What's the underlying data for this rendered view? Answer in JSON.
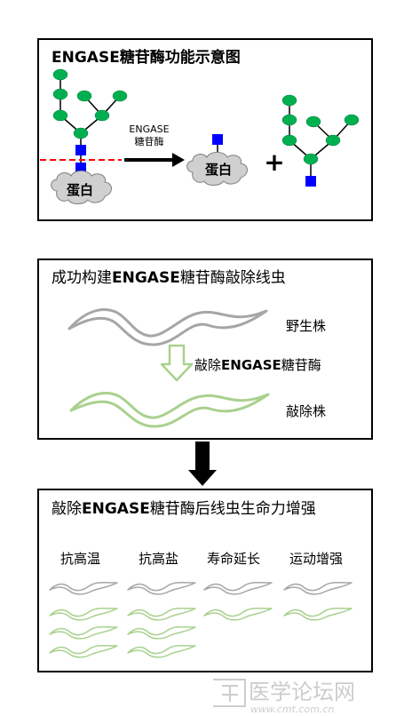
{
  "panel1": {
    "title_latin": "ENGASE",
    "title_cjk": "糖苷酶功能示意图",
    "enzyme_label_latin": "ENGASE",
    "enzyme_label_cjk": "糖苷酶",
    "protein_left": "蛋白",
    "protein_right": "蛋白",
    "plus": "+"
  },
  "panel2": {
    "title_cjk_a": "成功构建",
    "title_latin": "ENGASE",
    "title_cjk_b": "糖苷酶敲除线虫",
    "wild_type_label": "野生株",
    "knockout_step_cjk_a": "敲除",
    "knockout_step_latin": "ENGASE",
    "knockout_step_cjk_b": "糖苷酶",
    "knockout_label": "敲除株"
  },
  "panel3": {
    "title_cjk_a": "敲除",
    "title_latin": "ENGASE",
    "title_cjk_b": "糖苷酶后线虫生命力增强",
    "columns": [
      "抗高温",
      "抗高盐",
      "寿命延长",
      "运动增强"
    ]
  },
  "watermark": {
    "text_cjk": "医学论坛网",
    "url": "www.cmt.com.cn"
  },
  "colors": {
    "glycan_node": "#00b050",
    "glcnac_square": "#0000ff",
    "cleavage_line": "#ff0000",
    "protein_cloud": "#d0d0d0",
    "wild_worm": "#a6a6a6",
    "knockout_worm": "#a9d18e"
  }
}
